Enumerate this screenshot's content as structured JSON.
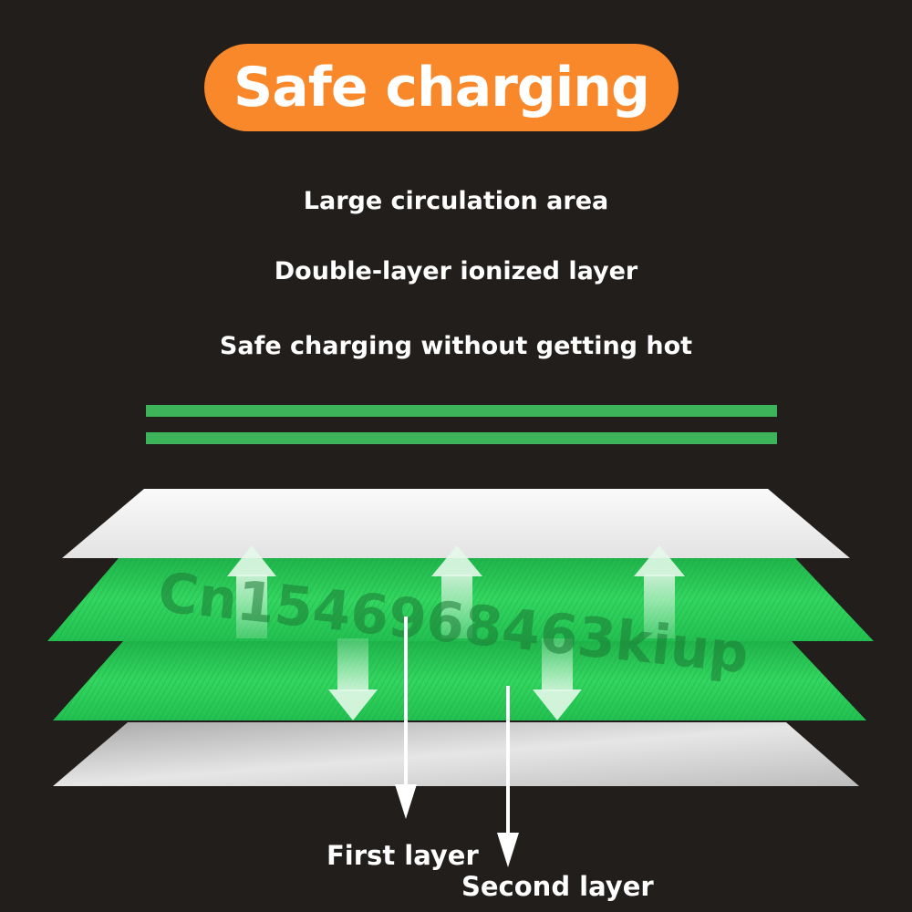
{
  "title": "Safe charging",
  "features": [
    "Large circulation area",
    "Double-layer ionized layer",
    "Safe charging without getting hot"
  ],
  "layers": {
    "first_label": "First layer",
    "second_label": "Second layer"
  },
  "watermark": "Cn1546968463kiup",
  "colors": {
    "background": "#221e1b",
    "accent_orange": "#f9882a",
    "accent_green": "#3db45a",
    "sheet_white": "#f2f2f2",
    "layer_green": "#2fd25a"
  }
}
